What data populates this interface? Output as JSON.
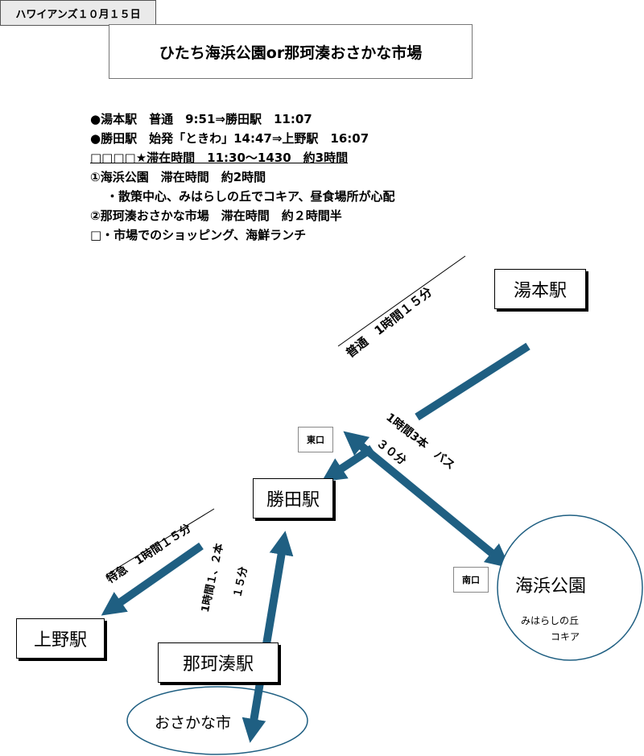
{
  "header": {
    "date_tag": "ハワイアンズ１０月１５日",
    "title": "ひたち海浜公園or那珂湊おさかな市場"
  },
  "itinerary": {
    "line1": "●湯本駅　普通　9:51⇒勝田駅　11:07",
    "line2": "●勝田駅　始発「ときわ」14:47⇒上野駅　16:07",
    "line3": "□□□□★滞在時間　11:30～1430　約3時間",
    "line4": "①海浜公園　滞在時間　約2時間",
    "line5": "・散策中心、みはらしの丘でコキア、昼食場所が心配",
    "line6": "②那珂湊おさかな市場　滞在時間　約２時間半",
    "line7": "□・市場でのショッピング、海鮮ランチ"
  },
  "map": {
    "yumoto_station": "湯本駅",
    "katsuta_station": "勝田駅",
    "ueno_station": "上野駅",
    "nakaminato_station": "那珂湊駅",
    "kaihin_park": "海浜公園",
    "kaihin_note_line1": "みはらしの丘",
    "kaihin_note_line2": "コキア",
    "osakana_market": "おさかな市",
    "east_exit": "東口",
    "south_exit": "南口",
    "route_yumoto_katsuta": "普通　1時間１５分",
    "route_katsuta_ueno": "特急　1時間１５分",
    "route_bus_line1": "1時間3本　バス",
    "route_bus_line2": "３０分",
    "route_nakaminato_line1": "1時間１、２本",
    "route_nakaminato_line2": "１５分"
  },
  "colors": {
    "arrow": "#1f5f82",
    "line": "#000000"
  }
}
